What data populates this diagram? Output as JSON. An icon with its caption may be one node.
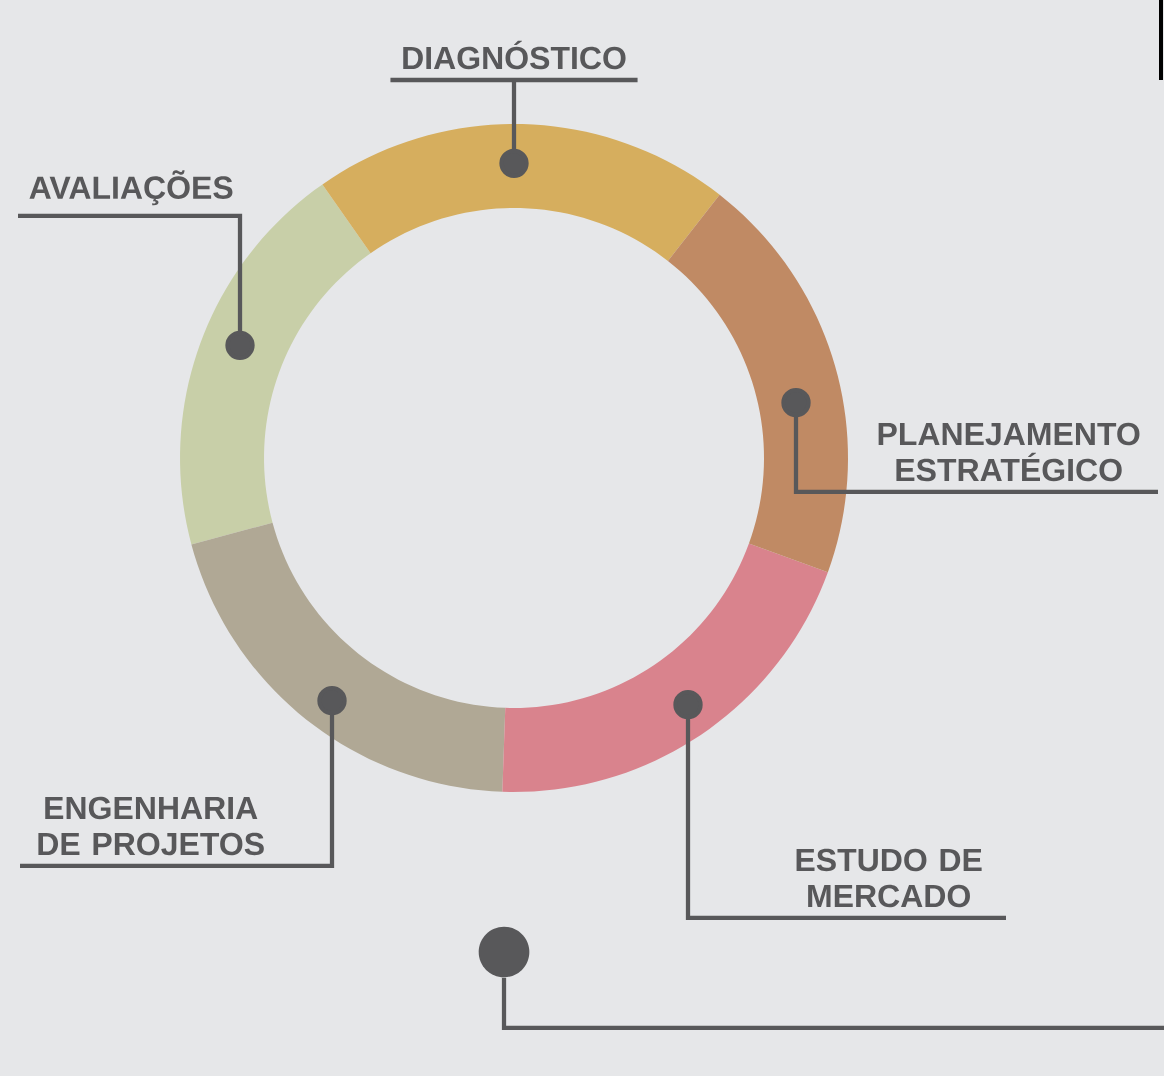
{
  "diagram": {
    "nodes": [
      {
        "text": [
          "DIAGNÓSTICO"
        ]
      },
      {
        "text": [
          "AVALIAÇÕES"
        ]
      },
      {
        "text": [
          "PLANEJAMENTO ESTRATÉGICO"
        ]
      },
      {
        "text": [
          "ENGENHARIA DE PROJETOS"
        ]
      },
      {
        "text": [
          "ESTUDO DE MERCADO"
        ]
      },
      {
        "text": [],
        "shape": "arc"
      },
      {
        "text": [],
        "shape": "arc"
      },
      {
        "text": [],
        "shape": "arc"
      },
      {
        "text": [],
        "shape": "arc"
      },
      {
        "text": [],
        "shape": "arc"
      },
      {
        "text": [],
        "shape": "circle"
      }
    ],
    "edges": [
      {
        "from": 0,
        "to": 7,
        "arrow": "other"
      },
      {
        "from": 1,
        "to": 5,
        "arrow": "other"
      },
      {
        "from": 2,
        "to": 9,
        "arrow": "other"
      },
      {
        "from": 3,
        "to": 6,
        "arrow": "other"
      },
      {
        "from": 4,
        "to": 8,
        "arrow": "other"
      },
      {
        "from": 10,
        "to": null,
        "arrow": "none"
      }
    ]
  }
}
